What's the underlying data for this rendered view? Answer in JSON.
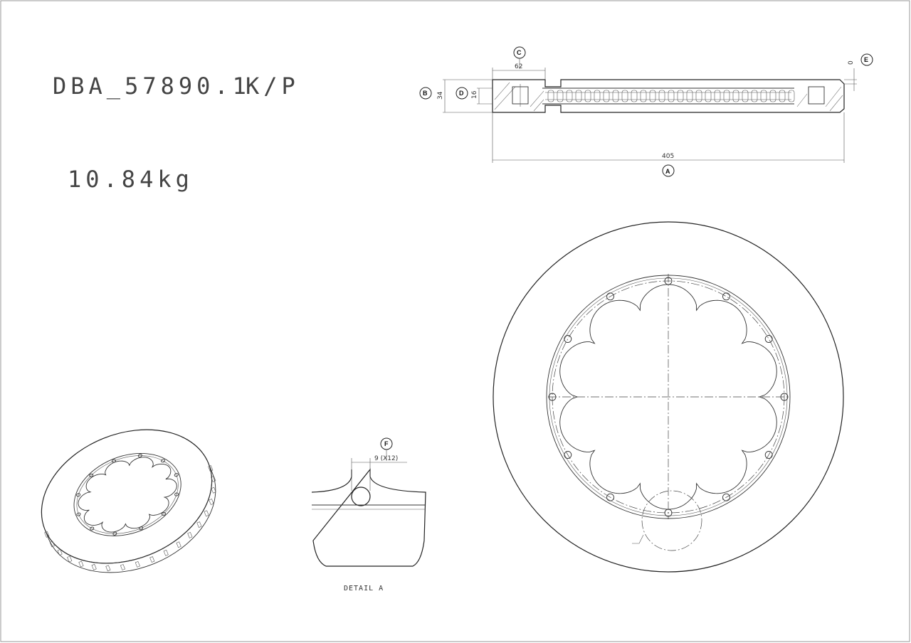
{
  "title": {
    "part_number": "DBA_57890.1",
    "suffix": "K/P",
    "weight": "10.84kg"
  },
  "dimensions": {
    "A": {
      "tag": "A",
      "value": "405"
    },
    "B": {
      "tag": "B",
      "value": "34"
    },
    "C": {
      "tag": "C",
      "value": "62"
    },
    "D": {
      "tag": "D",
      "value": "16"
    },
    "E": {
      "tag": "E",
      "value": "0"
    },
    "F": {
      "tag": "F",
      "value": "9 (X12)"
    }
  },
  "detail_label": "DETAIL A"
}
